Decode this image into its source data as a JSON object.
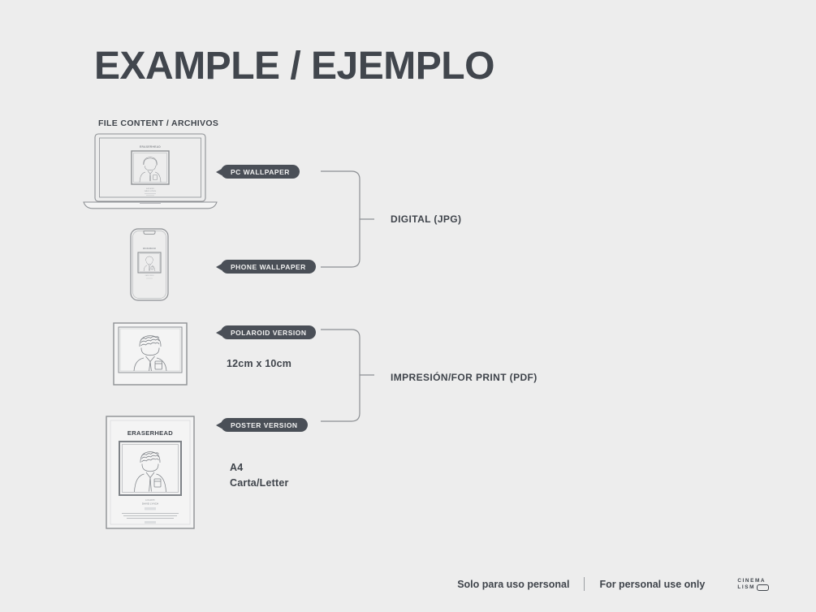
{
  "page": {
    "title": "EXAMPLE / EJEMPLO",
    "section_label": "FILE CONTENT / ARCHIVOS",
    "background_color": "#ededed",
    "ink_color": "#3f444b",
    "pill_color": "#4a4f57"
  },
  "items": [
    {
      "key": "pc-wallpaper",
      "pill": "PC WALLPAPER",
      "device": "laptop"
    },
    {
      "key": "phone-wallpaper",
      "pill": "PHONE WALLPAPER",
      "device": "phone"
    },
    {
      "key": "polaroid-version",
      "pill": "POLAROID VERSION",
      "size": "12cm x 10cm",
      "device": "polaroid"
    },
    {
      "key": "poster-version",
      "pill": "POSTER VERSION",
      "size_line_1": "A4",
      "size_line_2": "Carta/Letter",
      "device": "poster"
    }
  ],
  "groups": [
    {
      "key": "digital",
      "label": "DIGITAL (JPG)"
    },
    {
      "key": "print",
      "label": "IMPRESIÓN/FOR PRINT (PDF)"
    }
  ],
  "artwork": {
    "poster_title": "ERASERHEAD",
    "poster_director_label": "A FILM BY",
    "poster_director": "DAVID LYNCH"
  },
  "footer": {
    "spanish": "Solo para uso personal",
    "english": "For personal use only",
    "logo_line_1": "CINEMA",
    "logo_line_2": "LISM"
  }
}
